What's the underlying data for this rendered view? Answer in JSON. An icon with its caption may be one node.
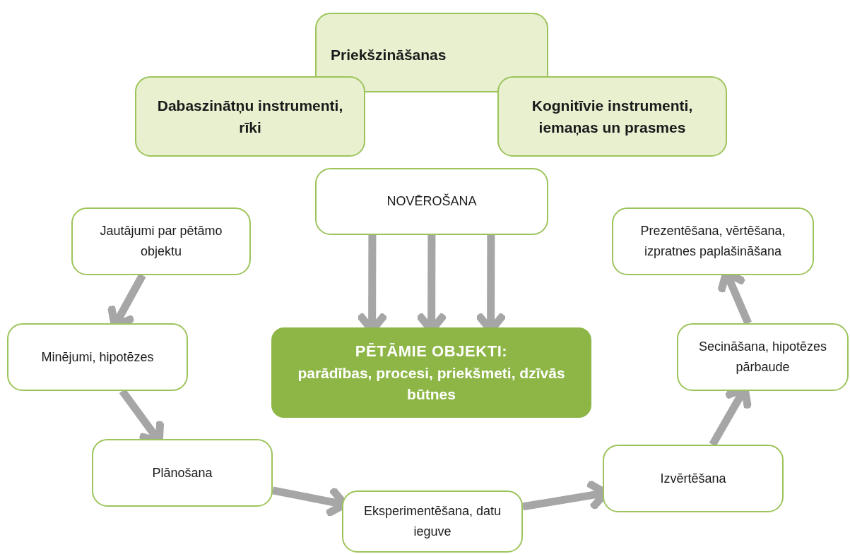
{
  "diagram": {
    "nodes": [
      {
        "text": [
          "Priekšzināšanas"
        ]
      },
      {
        "text": [
          "Dabaszinātņu instrumenti, rīki"
        ]
      },
      {
        "text": [
          "Kognitīvie instrumenti, iemaņas un prasmes"
        ]
      },
      {
        "text": [
          "NOVĒROŠANA"
        ]
      },
      {
        "text": [
          "Jautājumi par pētāmo objektu"
        ]
      },
      {
        "text": [
          "Prezentēšana, vērtēšana, izpratnes paplašināšana"
        ]
      },
      {
        "text": [
          "Minējumi, hipotēzes"
        ]
      },
      {
        "text": [
          "PĒTĀMIE OBJEKTI:",
          "parādības, procesi, priekšmeti, dzīvās būtnes"
        ]
      },
      {
        "text": [
          "Secināšana, hipotēzes pārbaude"
        ]
      },
      {
        "text": [
          "Plānošana"
        ]
      },
      {
        "text": [
          "Izvērtēšana"
        ]
      },
      {
        "text": [
          "Eksperimentēšana, datu ieguve"
        ]
      }
    ],
    "edges": [
      {
        "from": 3,
        "to": 7,
        "arrow": "to"
      },
      {
        "from": 3,
        "to": 7,
        "arrow": "to"
      },
      {
        "from": 3,
        "to": 7,
        "arrow": "to"
      },
      {
        "from": 4,
        "to": 6,
        "arrow": "to"
      },
      {
        "from": 6,
        "to": 9,
        "arrow": "to"
      },
      {
        "from": 9,
        "to": 11,
        "arrow": "to"
      },
      {
        "from": 11,
        "to": 10,
        "arrow": "to"
      },
      {
        "from": 10,
        "to": 8,
        "arrow": "to"
      },
      {
        "from": 8,
        "to": 5,
        "arrow": "to"
      }
    ]
  }
}
